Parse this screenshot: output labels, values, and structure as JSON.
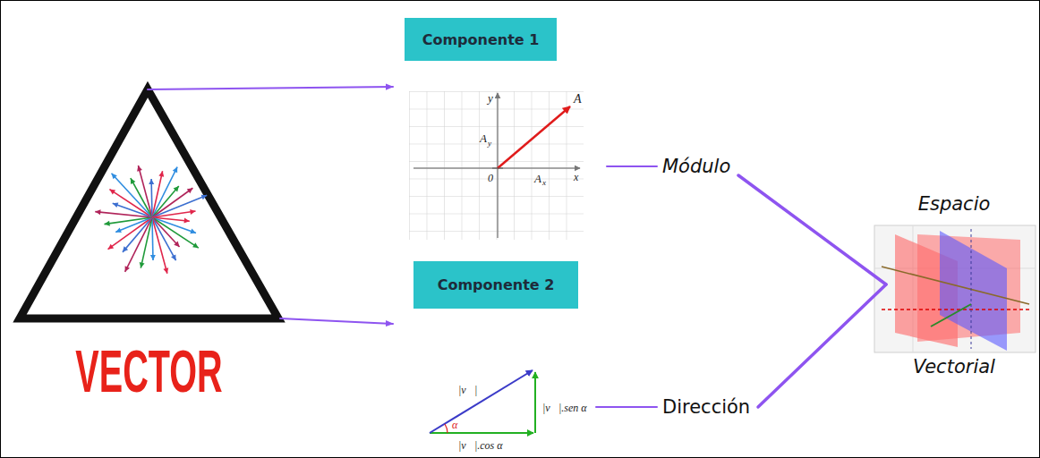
{
  "diagram": {
    "nodes": [
      {
        "text": [
          "VECTOR"
        ]
      },
      {
        "text": [
          "Componente 1"
        ]
      },
      {
        "text": [
          "Componente 2"
        ]
      },
      {
        "text": [
          "Módulo"
        ]
      },
      {
        "text": [
          "Dirección"
        ]
      },
      {
        "text": [
          "Espacio",
          "Vectorial"
        ]
      }
    ],
    "edges": [
      {
        "from": 0,
        "to": 1,
        "arrow": "to"
      },
      {
        "from": 0,
        "to": 2,
        "arrow": "to"
      },
      {
        "from": 1,
        "to": 3,
        "arrow": "none"
      },
      {
        "from": 2,
        "to": 4,
        "arrow": "none"
      },
      {
        "from": 3,
        "to": 5,
        "arrow": "none"
      },
      {
        "from": 4,
        "to": 5,
        "arrow": "none"
      }
    ],
    "labels": [
      "y",
      "A",
      "A",
      "y",
      "0",
      "A",
      "x",
      "x",
      "|v⃗|",
      "α",
      "|v⃗|.cos α",
      "|v⃗|.sen α"
    ]
  }
}
